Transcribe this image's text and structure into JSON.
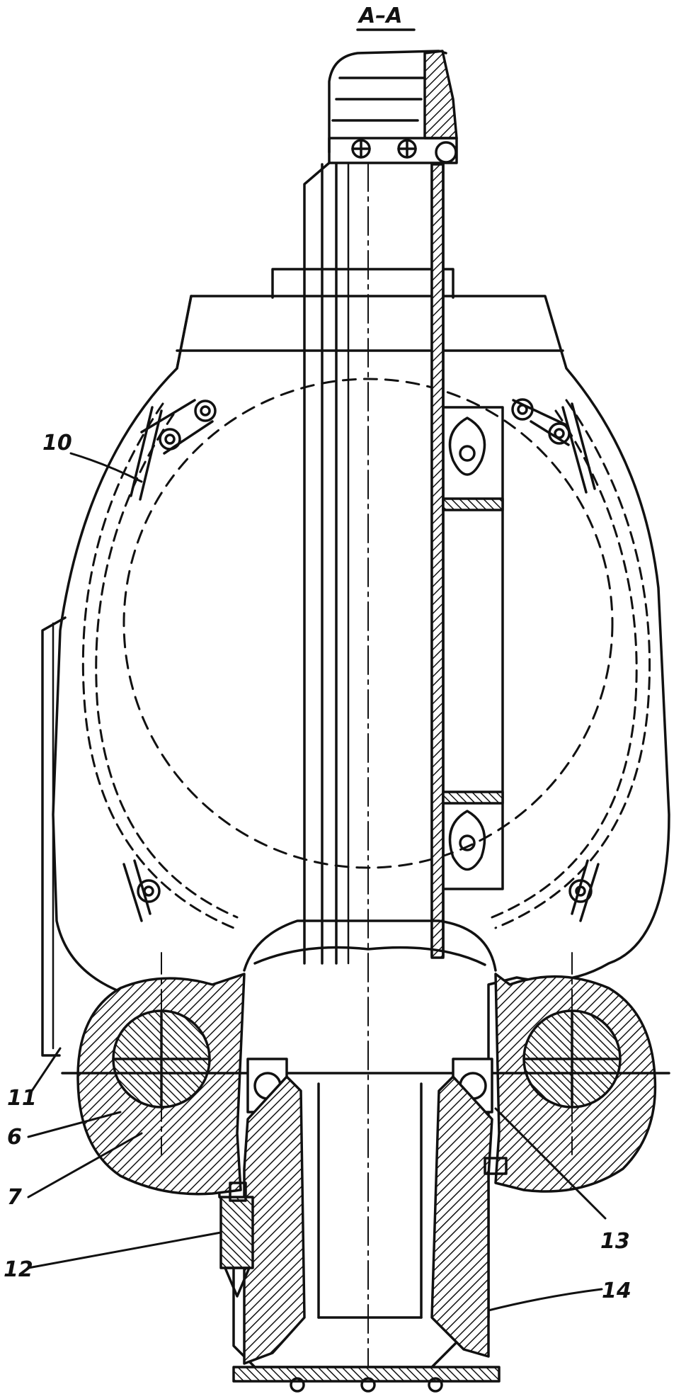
{
  "section_title": "A–A",
  "callouts": [
    {
      "id": "c10",
      "label": "10"
    },
    {
      "id": "c11",
      "label": "11"
    },
    {
      "id": "c6",
      "label": "6"
    },
    {
      "id": "c7",
      "label": "7"
    },
    {
      "id": "c12",
      "label": "12"
    },
    {
      "id": "c13",
      "label": "13"
    },
    {
      "id": "c14",
      "label": "14"
    }
  ]
}
